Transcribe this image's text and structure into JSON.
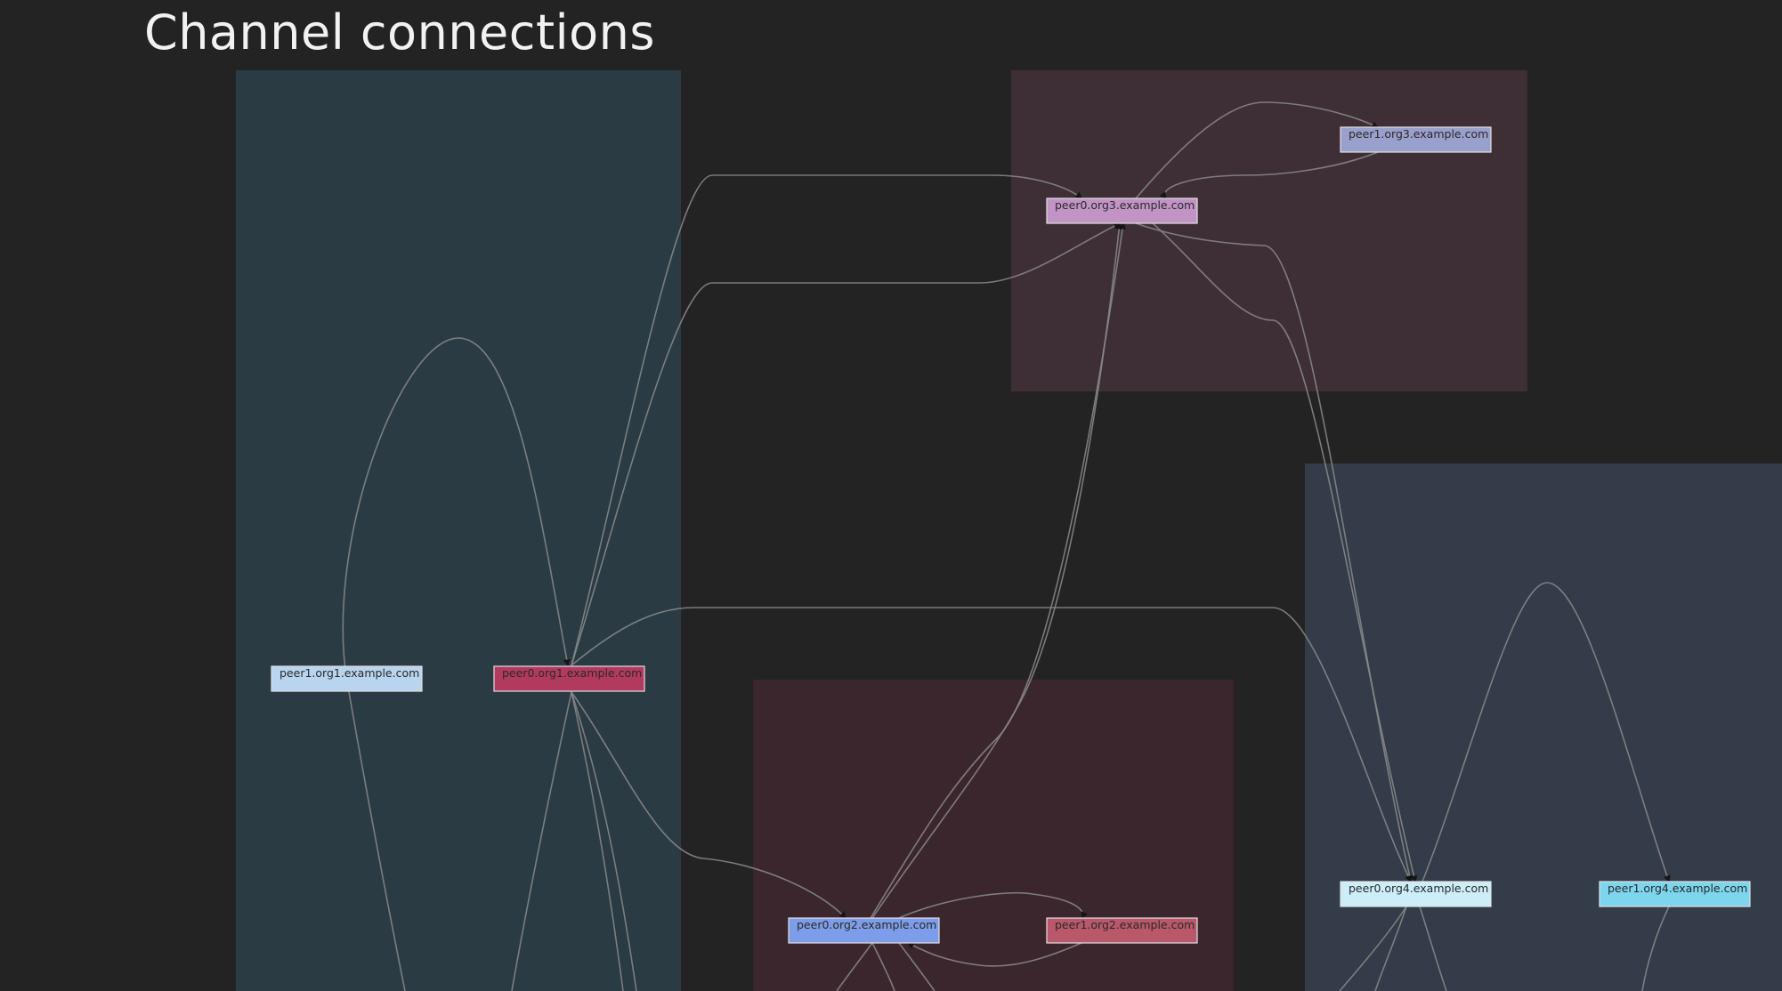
{
  "title": "Channel connections",
  "groups": [
    {
      "id": "org1",
      "color": "#2b3b43"
    },
    {
      "id": "org3",
      "color": "#3e2f36"
    },
    {
      "id": "org2",
      "color": "#3c262d"
    },
    {
      "id": "org4",
      "color": "#333c48"
    }
  ],
  "nodes": [
    {
      "id": "peer1.org1",
      "label": "peer1.org1.example.com",
      "color": "#b9d4ef"
    },
    {
      "id": "peer0.org1",
      "label": "peer0.org1.example.com",
      "color": "#b23a5e"
    },
    {
      "id": "peer1.org3",
      "label": "peer1.org3.example.com",
      "color": "#9aa0cc"
    },
    {
      "id": "peer0.org3",
      "label": "peer0.org3.example.com",
      "color": "#c294c6"
    },
    {
      "id": "peer0.org2",
      "label": "peer0.org2.example.com",
      "color": "#7e9de9"
    },
    {
      "id": "peer1.org2",
      "label": "peer1.org2.example.com",
      "color": "#b8586a"
    },
    {
      "id": "peer0.org4",
      "label": "peer0.org4.example.com",
      "color": "#cdeef8"
    },
    {
      "id": "peer1.org4",
      "label": "peer1.org4.example.com",
      "color": "#7dd6ee"
    }
  ],
  "edges": [
    {
      "from": "peer1.org1",
      "to": "peer0.org1"
    },
    {
      "from": "peer0.org1",
      "to": "peer0.org3"
    },
    {
      "from": "peer0.org1",
      "to": "peer0.org3"
    },
    {
      "from": "peer0.org1",
      "to": "peer0.org2"
    },
    {
      "from": "peer0.org1",
      "to": "peer0.org4"
    },
    {
      "from": "peer0.org3",
      "to": "peer1.org3"
    },
    {
      "from": "peer1.org3",
      "to": "peer0.org3"
    },
    {
      "from": "peer0.org3",
      "to": "peer0.org4"
    },
    {
      "from": "peer0.org3",
      "to": "peer0.org4"
    },
    {
      "from": "peer0.org2",
      "to": "peer0.org3"
    },
    {
      "from": "peer0.org2",
      "to": "peer0.org3"
    },
    {
      "from": "peer0.org2",
      "to": "peer1.org2"
    },
    {
      "from": "peer1.org2",
      "to": "peer0.org2"
    },
    {
      "from": "peer0.org4",
      "to": "peer1.org4"
    }
  ]
}
